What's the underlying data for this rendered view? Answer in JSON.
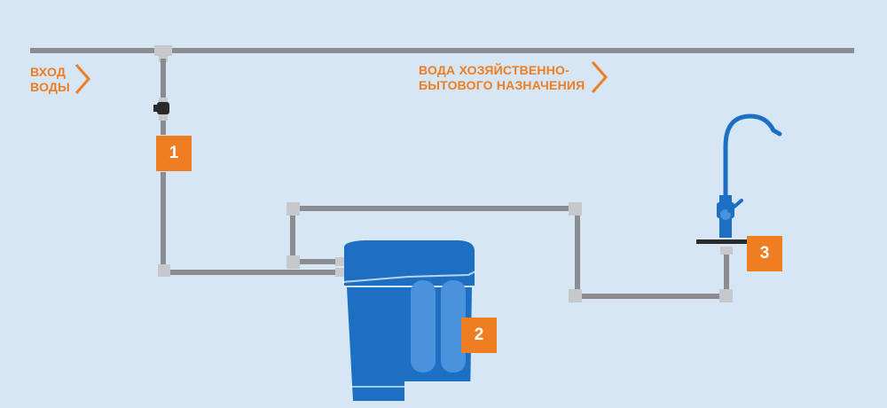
{
  "labels": {
    "inlet_line1": "ВХОД",
    "inlet_line2": "ВОДЫ",
    "domestic_line1": "ВОДА ХОЗЯЙСТВЕННО-",
    "domestic_line2": "БЫТОВОГО НАЗНАЧЕНИЯ"
  },
  "badges": {
    "valve": "1",
    "filter": "2",
    "faucet": "3"
  },
  "colors": {
    "background": "#d6e6f5",
    "pipe": "#8a8c90",
    "pipe_fitting": "#c6c8cc",
    "accent": "#ef7d22",
    "equipment": "#1d6fc4",
    "equipment_light": "#4a93dc"
  },
  "icons": [
    "ball-valve-icon",
    "filter-unit-icon",
    "faucet-icon",
    "arrow-chevron-icon"
  ]
}
